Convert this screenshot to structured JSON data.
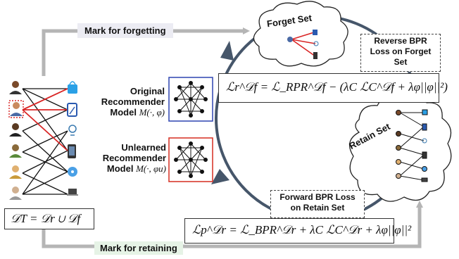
{
  "labels": {
    "mark_forgetting": "Mark for forgetting",
    "mark_retaining": "Mark for retaining",
    "forget_set": "Forget Set",
    "retain_set": "Retain Set",
    "original_model_l1": "Original",
    "original_model_l2": "Recommender",
    "original_model_l3": "Model",
    "original_model_fn": "M(·, φ)",
    "unlearned_model_l1": "Unlearned",
    "unlearned_model_l2": "Recommender",
    "unlearned_model_l3": "Model",
    "unlearned_model_fn": "M(·, φu)",
    "reverse_loss_l1": "Reverse BPR",
    "reverse_loss_l2": "Loss on Forget",
    "reverse_loss_l3": "Set",
    "forward_loss_l1": "Forward BPR Loss",
    "forward_loss_l2": "on Retain Set"
  },
  "equations": {
    "dataset": "𝒟T = 𝒟r ∪ 𝒟f",
    "reverse_loss": "ℒr^𝒟f = ℒ_RPR^𝒟f − (λC ℒC^𝒟f + λφ||φ||²)",
    "forward_loss": "ℒp^𝒟r = ℒ_BPR^𝒟r + λC ℒC^𝒟r + λφ||φ||²"
  },
  "colors": {
    "original_model_border": "#3a4fb5",
    "unlearned_model_border": "#d93a2e",
    "cycle_arrow": "#46566a",
    "gray_arrow": "#b5b5b5",
    "red_edge": "#d92525",
    "mark_forgetting_bg": "#ececf3",
    "mark_retaining_bg": "#e6f3e6"
  },
  "icons": [
    "user-icon",
    "shopping-bag-icon",
    "tablet-icon",
    "lightbulb-icon",
    "smartphone-icon",
    "disc-icon",
    "laptop-icon",
    "network-icon",
    "cloud-icon"
  ]
}
